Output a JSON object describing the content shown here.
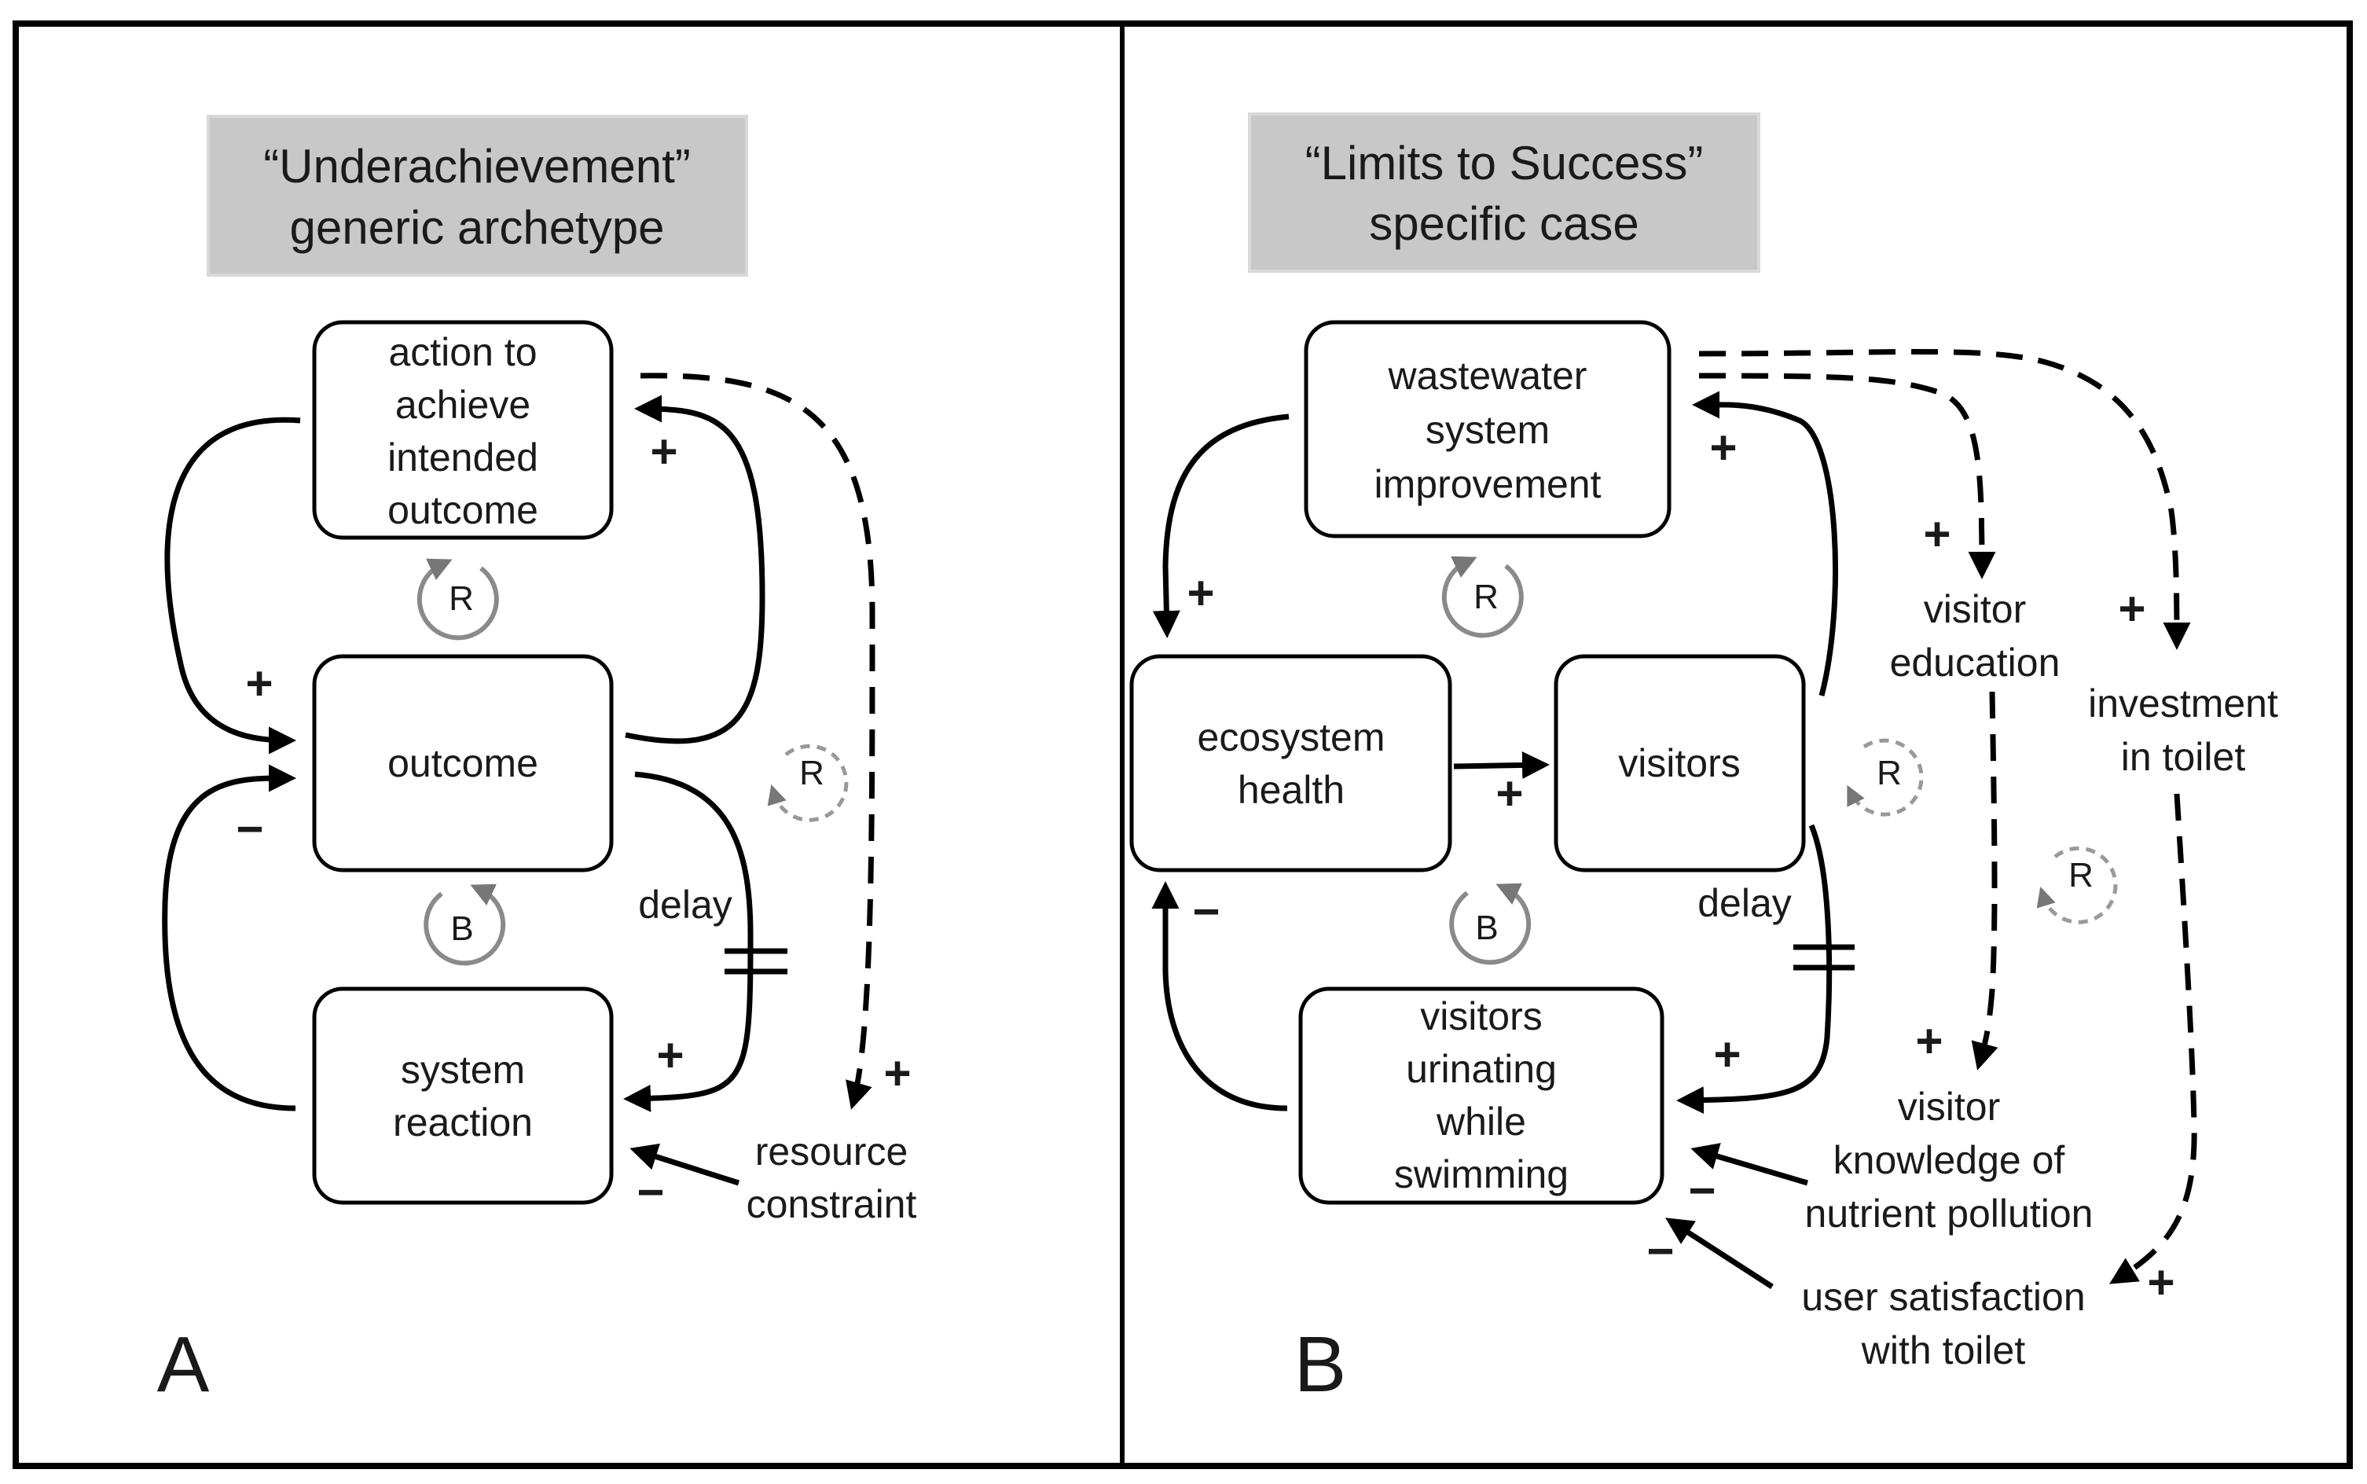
{
  "panels": [
    {
      "id": "A",
      "letter": "A",
      "title_lines": [
        "“Underachievement”",
        "generic archetype"
      ],
      "nodes": {
        "action": [
          "action to",
          "achieve",
          "intended",
          "outcome"
        ],
        "outcome": [
          "outcome"
        ],
        "reaction": [
          "system",
          "reaction"
        ],
        "constraint": [
          "resource",
          "constraint"
        ]
      },
      "delay_label": "delay",
      "loops": {
        "r1": "R",
        "b1": "B",
        "r2": "R"
      },
      "signs": {
        "action_to_outcome": "+",
        "reaction_to_outcome": "−",
        "outcome_to_action": "+",
        "outcome_to_reaction": "+",
        "action_to_constraint": "+",
        "constraint_to_reaction": "−"
      }
    },
    {
      "id": "B",
      "letter": "B",
      "title_lines": [
        "“Limits to Success”",
        "specific case"
      ],
      "nodes": {
        "wastewater": [
          "wastewater",
          "system",
          "improvement"
        ],
        "ecosystem": [
          "ecosystem",
          "health"
        ],
        "visitors": [
          "visitors"
        ],
        "urinating": [
          "visitors",
          "urinating",
          "while",
          "swimming"
        ],
        "education": [
          "visitor",
          "education"
        ],
        "investment": [
          "investment",
          "in toilet"
        ],
        "knowledge": [
          "visitor",
          "knowledge  of",
          "nutrient  pollution"
        ],
        "satisfaction": [
          "user satisfaction",
          "with toilet"
        ]
      },
      "delay_label": "delay",
      "loops": {
        "r1": "R",
        "b1": "B",
        "r2": "R",
        "r3": "R"
      },
      "signs": {
        "wastewater_to_ecosystem": "+",
        "ecosystem_to_visitors": "+",
        "visitors_to_wastewater": "+",
        "urinating_to_ecosystem": "−",
        "visitors_to_urinating": "+",
        "wastewater_to_education": "+",
        "wastewater_to_investment": "+",
        "education_to_knowledge": "+",
        "investment_to_satisfaction": "+",
        "knowledge_to_urinating": "−",
        "satisfaction_to_urinating": "−"
      }
    }
  ]
}
